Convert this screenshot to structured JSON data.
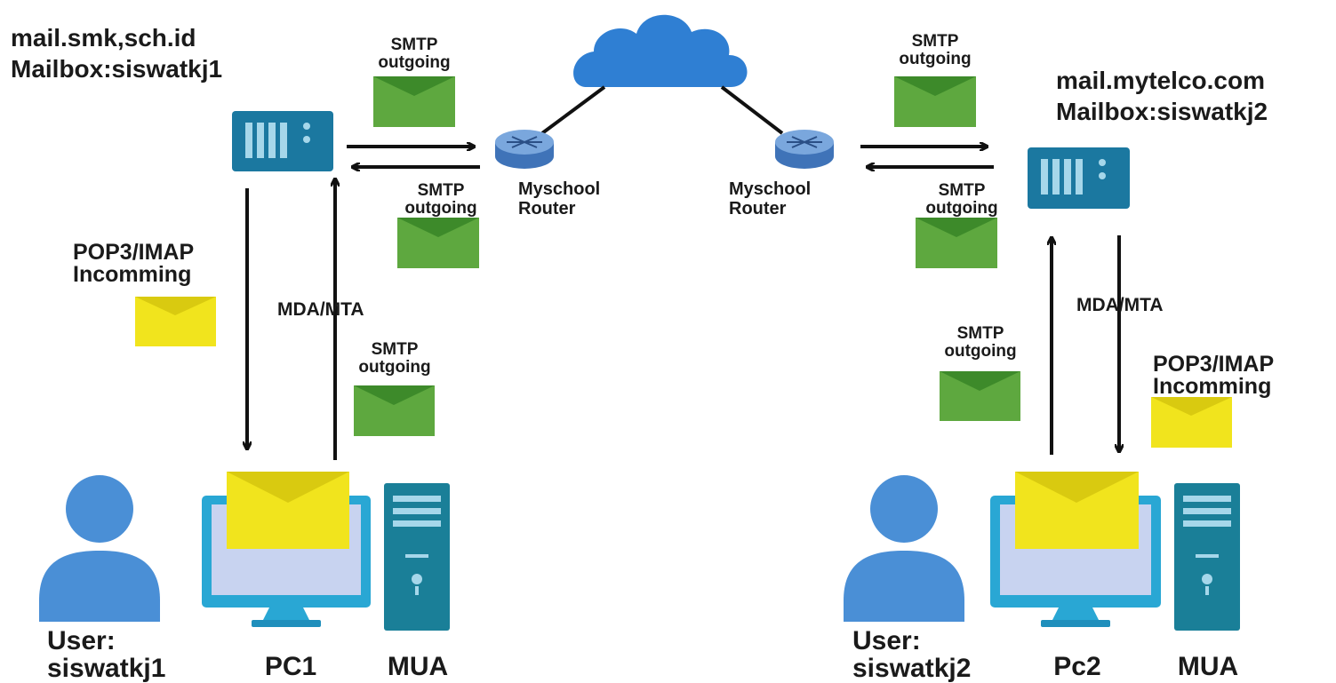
{
  "left_server": {
    "hostname": "mail.smk,sch.id",
    "mailbox": "Mailbox:siswatkj1"
  },
  "right_server": {
    "hostname": "mail.mytelco.com",
    "mailbox": "Mailbox:siswatkj2"
  },
  "routers": {
    "left": [
      "Myschool",
      "Router"
    ],
    "right": [
      "Myschool",
      "Router"
    ]
  },
  "labels": {
    "smtp": [
      "SMTP",
      "outgoing"
    ],
    "pop3": [
      "POP3/IMAP",
      "Incomming"
    ],
    "mda_mta": "MDA/MTA"
  },
  "left_client": {
    "user": [
      "User:",
      "siswatkj1"
    ],
    "pc": "PC1",
    "mua": "MUA"
  },
  "right_client": {
    "user": [
      "User:",
      "siswatkj2"
    ],
    "pc": "Pc2",
    "mua": "MUA"
  },
  "colors": {
    "server_blue": "#1b78a0",
    "router_blue": "#5b8fd0",
    "cloud_blue": "#2f7fd3",
    "envelope_green": "#5ea83f",
    "envelope_yellow": "#f1e41d",
    "user_blue": "#4a8fd6",
    "monitor_blue": "#29a7d4",
    "tower_teal": "#1a7f98"
  }
}
